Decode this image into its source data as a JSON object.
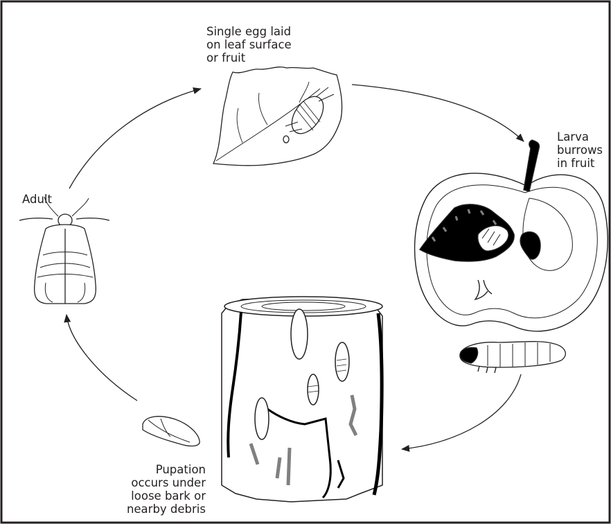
{
  "labels": {
    "egg": [
      "Single egg laid",
      "on leaf surface",
      "or fruit"
    ],
    "larva": [
      "Larva",
      "burrows",
      "in fruit"
    ],
    "adult": [
      "Adult"
    ],
    "pupation": [
      "Pupation",
      "occurs under",
      "loose bark or",
      "nearby debris"
    ]
  },
  "colors": {
    "ink": "#231f20",
    "fill_dark": "#000000",
    "fill_gray": "#808080",
    "background": "#ffffff"
  },
  "icons": [
    "leaf-with-moth-icon",
    "apple-cross-section-icon",
    "larva-icon",
    "tree-stump-icon",
    "pupa-icon",
    "adult-moth-icon"
  ]
}
